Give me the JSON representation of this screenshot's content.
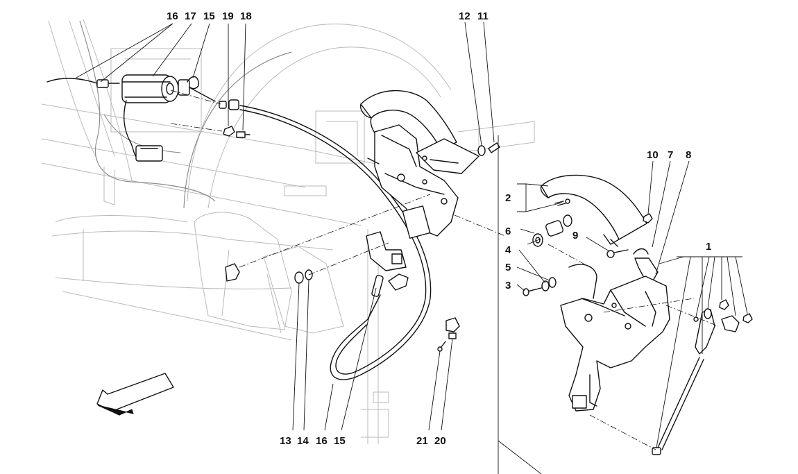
{
  "callouts": {
    "top_left": [
      "16",
      "17",
      "15",
      "19",
      "18"
    ],
    "top_center": [
      "12",
      "11"
    ],
    "right_upper": [
      "10",
      "7",
      "8"
    ],
    "right_group": [
      "2",
      "6",
      "9",
      "4",
      "5",
      "3",
      "1"
    ],
    "bottom": [
      "13",
      "14",
      "16",
      "15",
      "21",
      "20"
    ]
  },
  "icons": {
    "direction_arrow": "front-direction-arrow-icon"
  }
}
